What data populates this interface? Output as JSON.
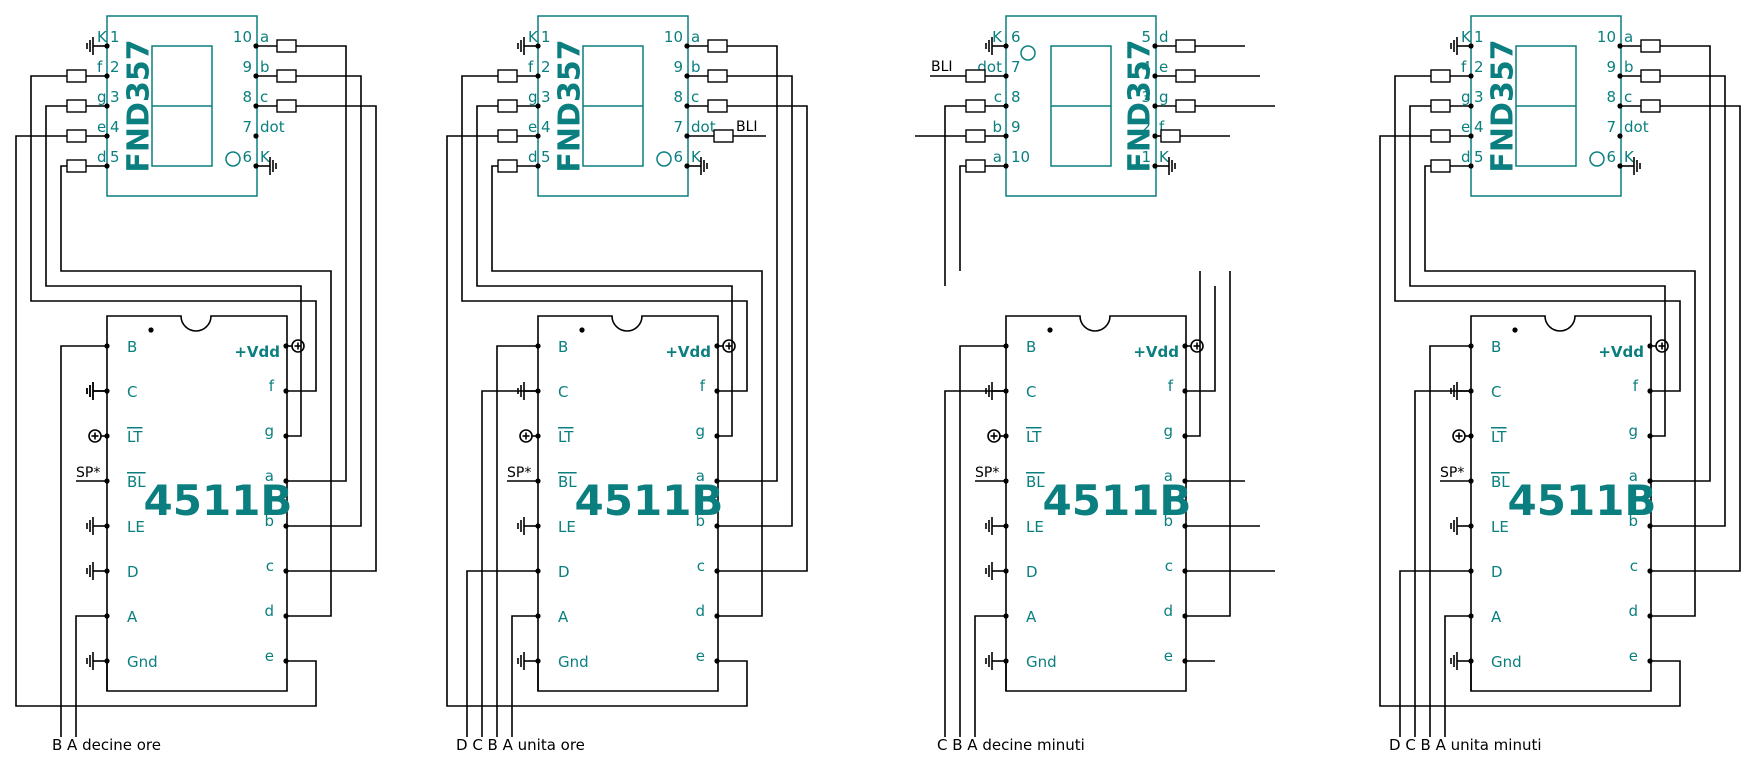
{
  "title": "4511B BCD to 7-segment decoder driving FND357 displays",
  "colors": {
    "component": "#0b7f7f",
    "wire": "#000000",
    "background": "#ffffff"
  },
  "decoder": {
    "part": "4511B",
    "left_pins": [
      "B",
      "C",
      "LT",
      "BL",
      "LE",
      "D",
      "A",
      "Gnd"
    ],
    "left_overlined": [
      false,
      false,
      true,
      true,
      false,
      false,
      false,
      false
    ],
    "right_pins": [
      "+Vdd",
      "f",
      "g",
      "a",
      "b",
      "c",
      "d",
      "e"
    ]
  },
  "display": {
    "part": "FND357",
    "standard_left": [
      [
        "K",
        "1"
      ],
      [
        "f",
        "2"
      ],
      [
        "g",
        "3"
      ],
      [
        "e",
        "4"
      ],
      [
        "d",
        "5"
      ]
    ],
    "standard_right": [
      [
        "10",
        "a"
      ],
      [
        "9",
        "b"
      ],
      [
        "8",
        "c"
      ],
      [
        "7",
        "dot"
      ],
      [
        "6",
        "K"
      ]
    ],
    "rotated_left": [
      [
        "K",
        "6"
      ],
      [
        "dot",
        "7"
      ],
      [
        "c",
        "8"
      ],
      [
        "b",
        "9"
      ],
      [
        "a",
        "10"
      ]
    ],
    "rotated_right": [
      [
        "5",
        "d"
      ],
      [
        "4",
        "e"
      ],
      [
        "3",
        "g"
      ],
      [
        "2",
        "f"
      ],
      [
        "1",
        "K"
      ]
    ]
  },
  "labels": {
    "sp": "SP*",
    "bli": "BLI"
  },
  "units": [
    {
      "id": "decine-ore",
      "caption": "B A decine ore",
      "inputs": [
        "B",
        "A"
      ],
      "display_variant": "standard",
      "bli": false
    },
    {
      "id": "unita-ore",
      "caption": "D C B A unita ore",
      "inputs": [
        "D",
        "C",
        "B",
        "A"
      ],
      "display_variant": "standard",
      "bli": true
    },
    {
      "id": "decine-minuti",
      "caption": "C B A decine minuti",
      "inputs": [
        "C",
        "B",
        "A"
      ],
      "display_variant": "rotated",
      "bli": true
    },
    {
      "id": "unita-minuti",
      "caption": "D C B A unita minuti",
      "inputs": [
        "D",
        "C",
        "B",
        "A"
      ],
      "display_variant": "standard",
      "bli": false
    }
  ]
}
